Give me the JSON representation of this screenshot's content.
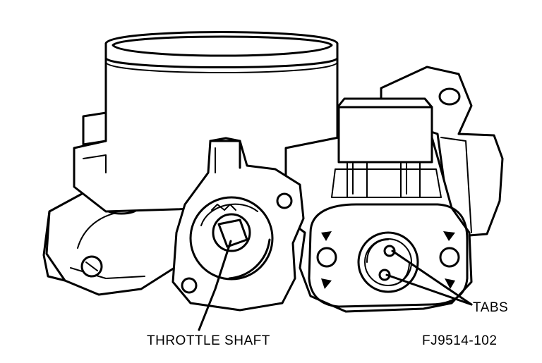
{
  "figure": {
    "callouts": {
      "throttle_shaft": "THROTTLE SHAFT",
      "tabs": "TABS"
    },
    "figure_id": "FJ9514-102"
  }
}
